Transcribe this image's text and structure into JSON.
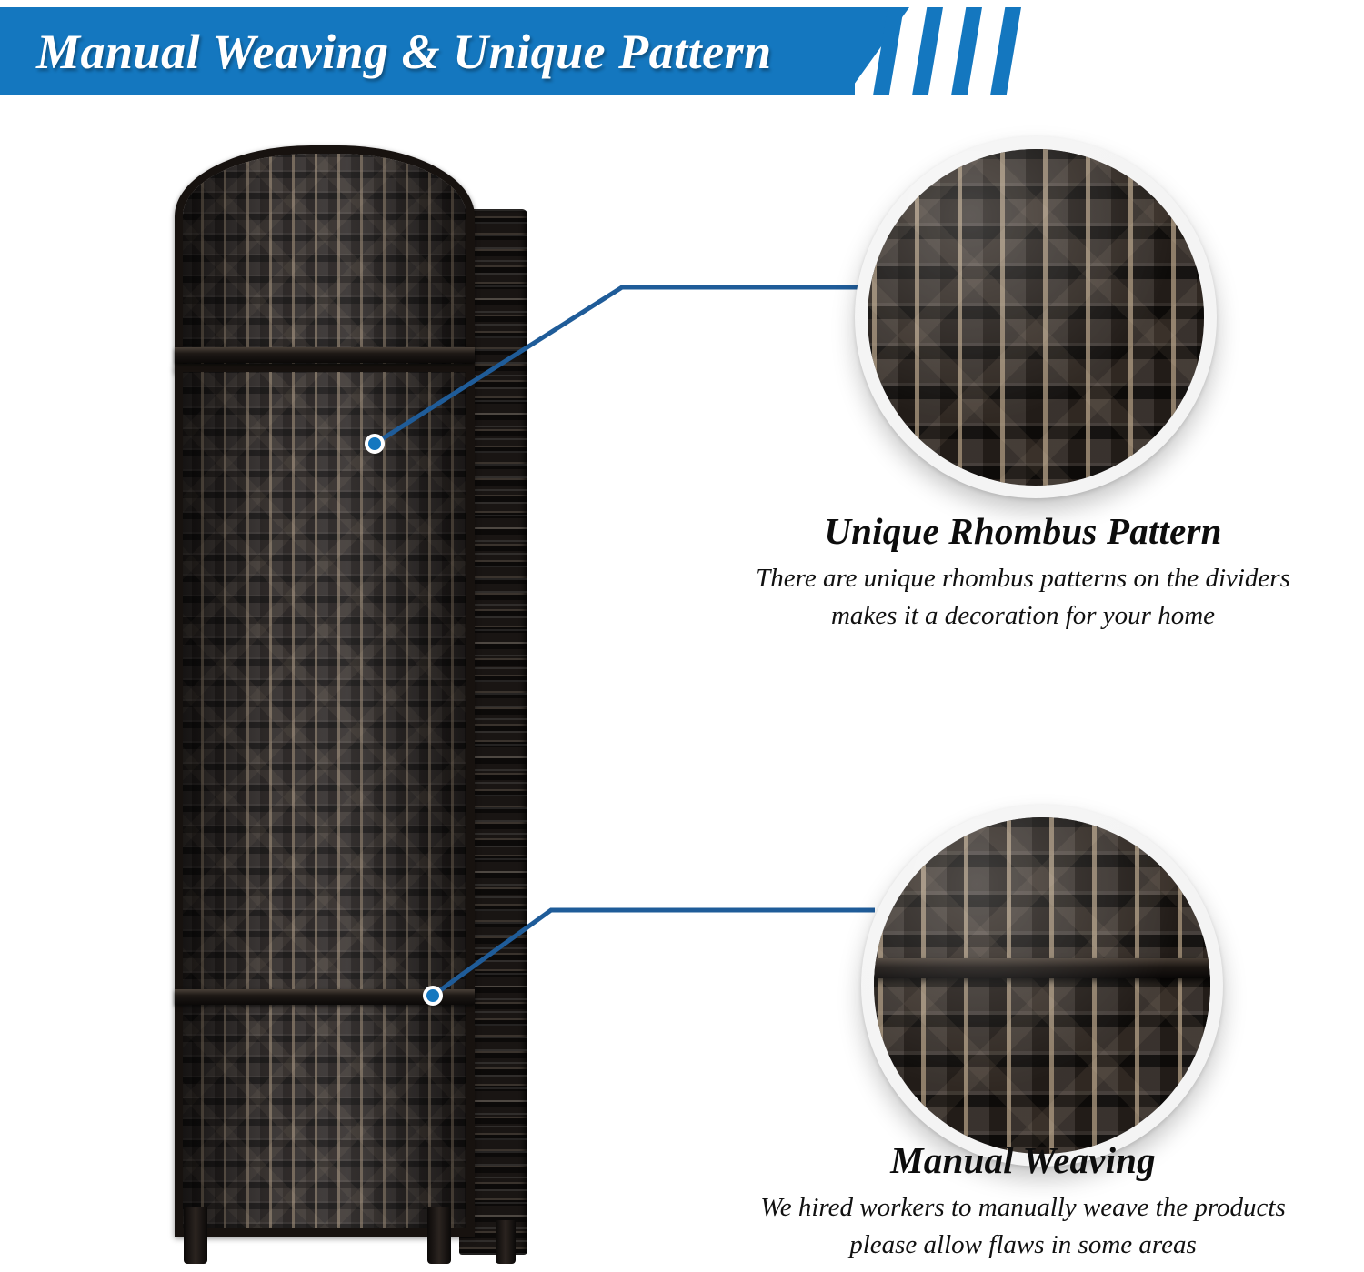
{
  "banner": {
    "title": "Manual Weaving & Unique Pattern",
    "background_color": "#1477bf",
    "text_color": "#ffffff",
    "stripe_count": 4
  },
  "accent": {
    "leader_line_color": "#1f5c99",
    "leader_dot_fill": "#1477bf",
    "leader_dot_ring": "#ffffff"
  },
  "product": {
    "name": "woven-rattan-room-divider",
    "description_alt": "Black woven rattan folding room divider with arched top panel",
    "frame_color": "#17120f",
    "weave_color": "#221d1b"
  },
  "callouts": [
    {
      "id": "unique-rhombus-pattern",
      "heading": "Unique Rhombus Pattern",
      "body_lines": [
        "There are unique rhombus patterns on the dividers",
        "makes it a decoration for your home"
      ],
      "zoom_subject": "rhombus-weave-closeup"
    },
    {
      "id": "manual-weaving",
      "heading": "Manual Weaving",
      "body_lines": [
        "We hired workers to manually weave the products",
        "please allow flaws in some areas"
      ],
      "zoom_subject": "hand-weave-frame-closeup"
    }
  ]
}
